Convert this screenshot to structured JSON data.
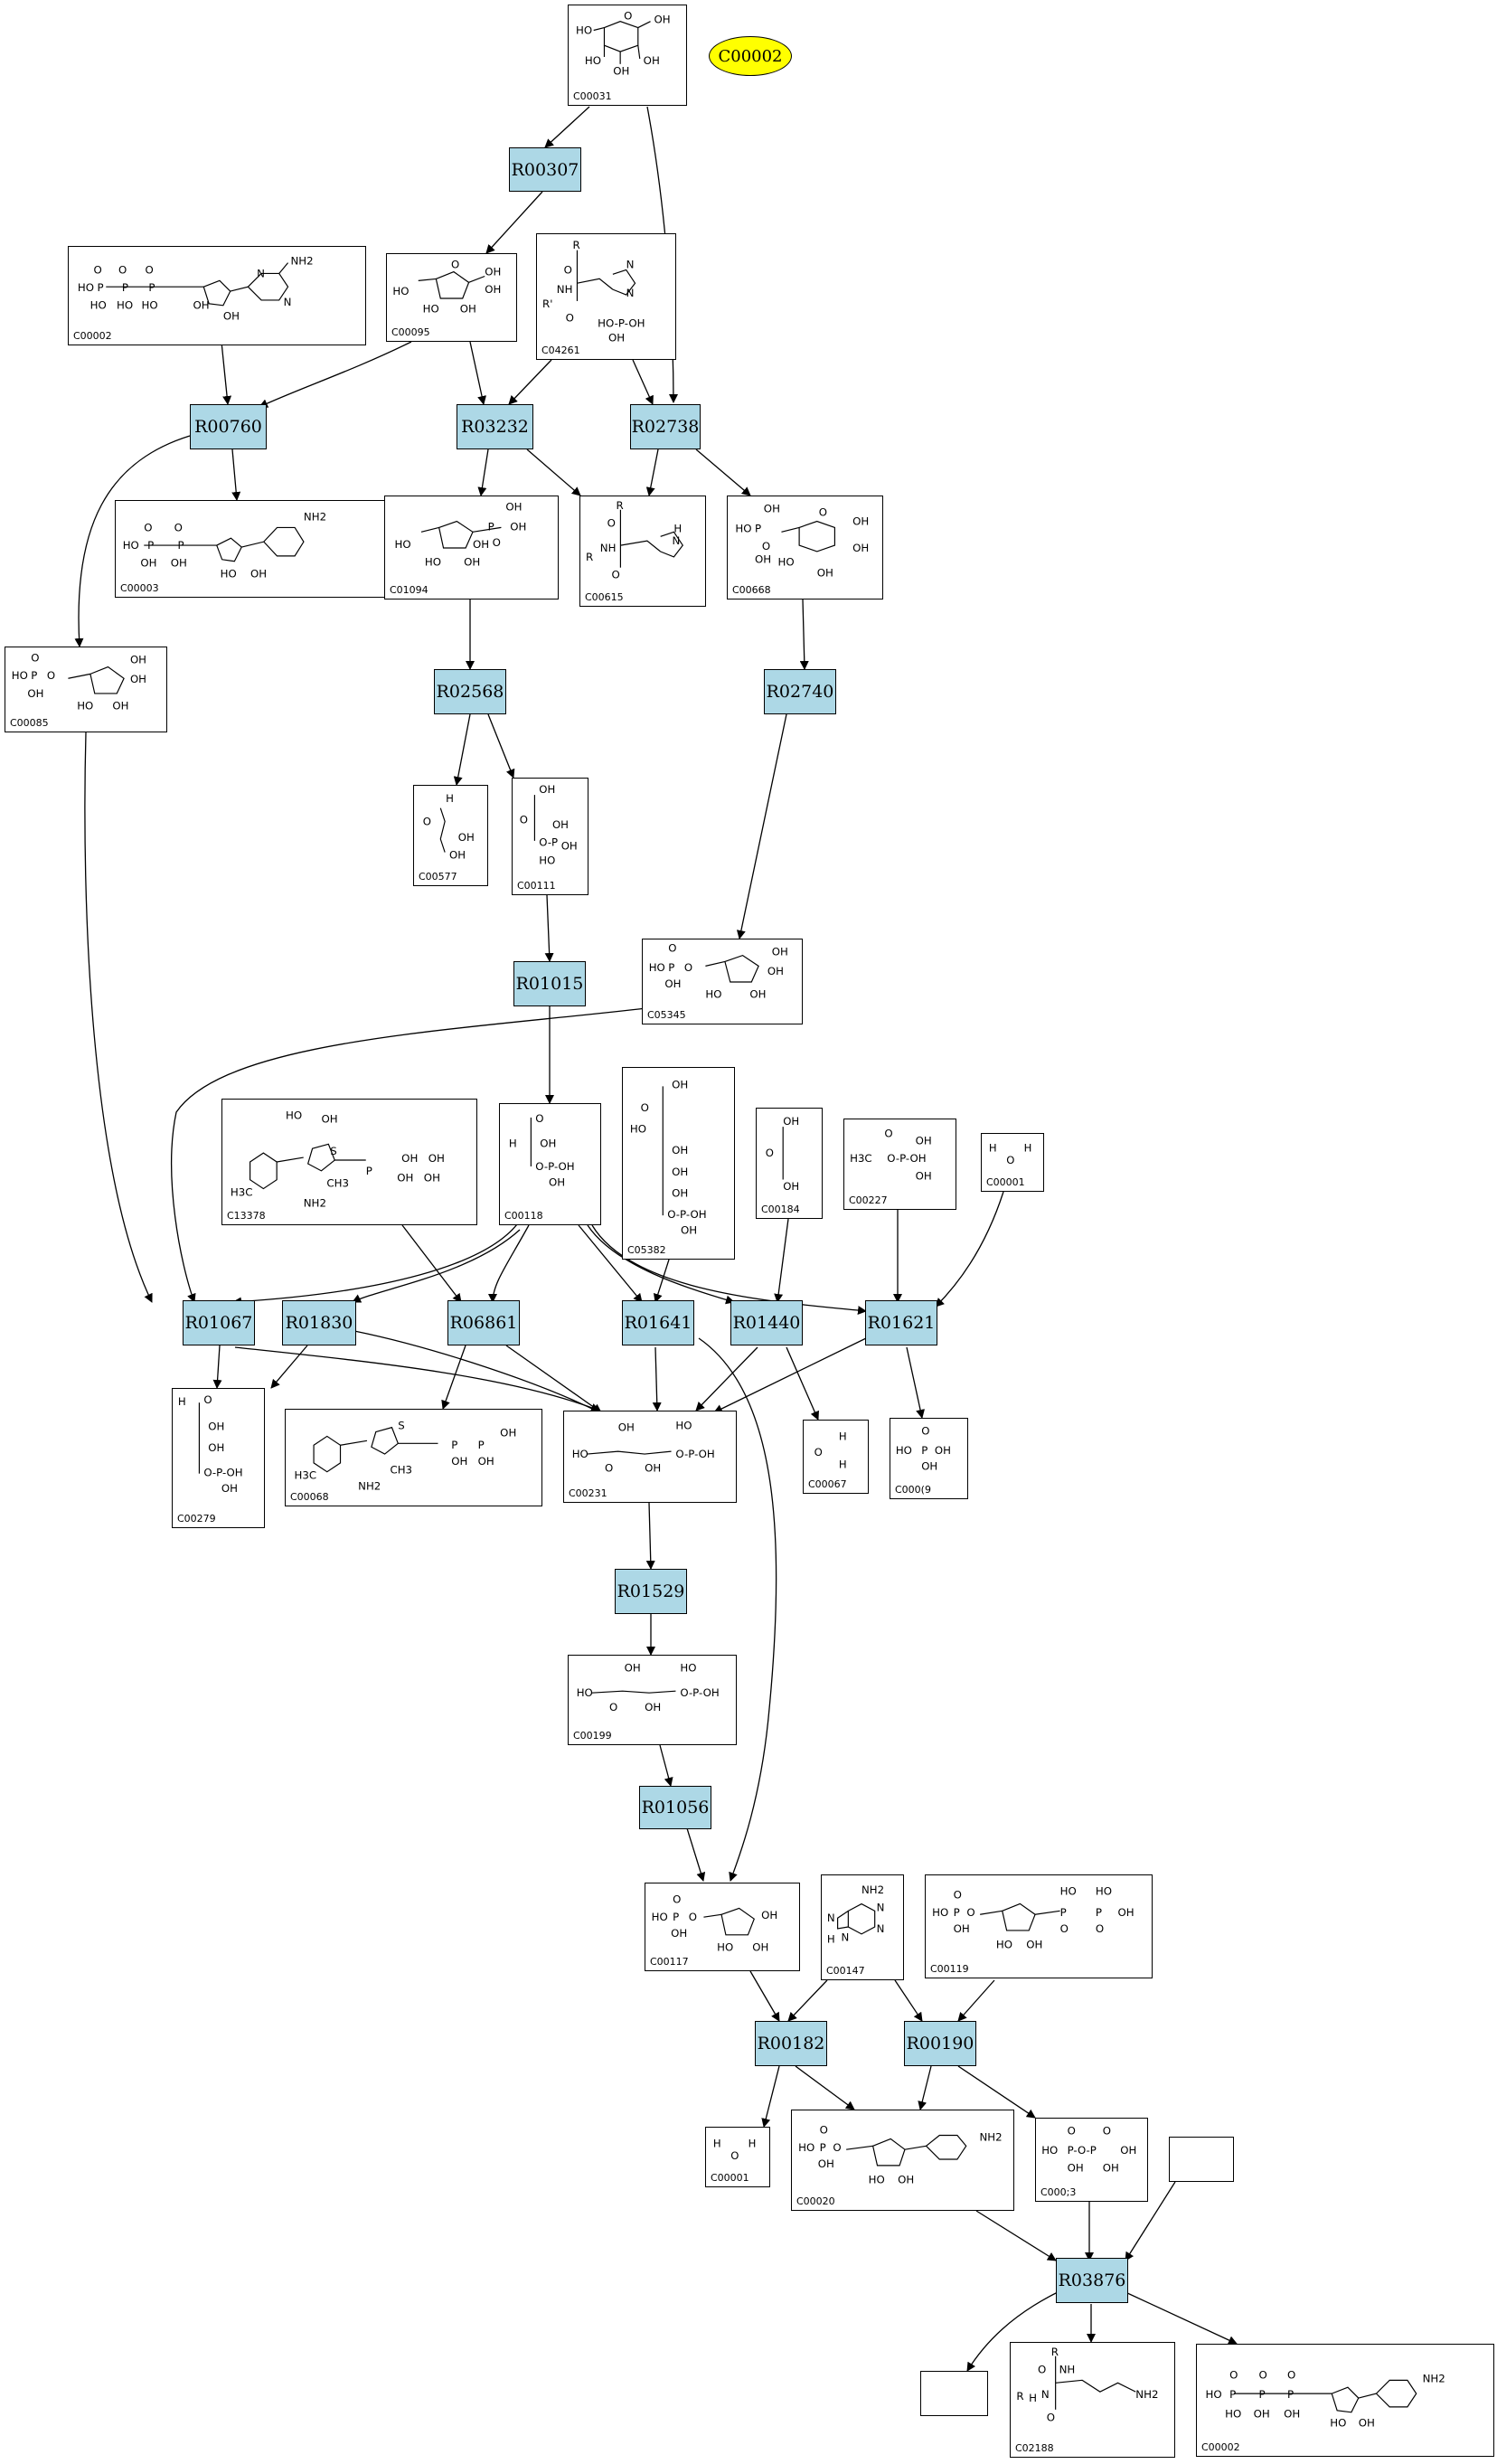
{
  "highlight": {
    "label": "C00002",
    "color": "#ffff00"
  },
  "reaction_color": "#add8e6",
  "compounds": {
    "C00031": "C00031",
    "C00002a": "C00002",
    "C00095": "C00095",
    "C04261": "C04261",
    "C00003": "C00003",
    "C01094": "C01094",
    "C00615": "C00615",
    "C00668": "C00668",
    "C00085": "C00085",
    "C00577": "C00577",
    "C00111": "C00111",
    "C05345": "C05345",
    "C13378": "C13378",
    "C00118": "C00118",
    "C05382": "C05382",
    "C00184": "C00184",
    "C00227": "C00227",
    "C00001a": "C00001",
    "C00279": "C00279",
    "C00068": "C00068",
    "C00231": "C00231",
    "C00067": "C00067",
    "C00009": "C000(9",
    "C00199": "C00199",
    "C00117": "C00117",
    "C00147": "C00147",
    "C00119": "C00119",
    "C00001b": "C00001",
    "C00020": "C00020",
    "C00013": "C000;3",
    "C02188": "C02188",
    "C00002b": "C00002"
  },
  "reactions": {
    "R00307": "R00307",
    "R00760": "R00760",
    "R03232": "R03232",
    "R02738": "R02738",
    "R02568": "R02568",
    "R02740": "R02740",
    "R01015": "R01015",
    "R01067": "R01067",
    "R01830": "R01830",
    "R06861": "R06861",
    "R01641": "R01641",
    "R01440": "R01440",
    "R01621": "R01621",
    "R01529": "R01529",
    "R01056": "R01056",
    "R00182": "R00182",
    "R00190": "R00190",
    "R03876": "R03876"
  },
  "structure_labels": {
    "OH": "OH",
    "HO": "HO",
    "HOP": "HO-P-O",
    "P": "P",
    "O": "O",
    "NH2": "NH2",
    "N": "N",
    "H": "H",
    "R": "R",
    "CH3": "CH3",
    "H3C": "H3C",
    "S": "S"
  }
}
